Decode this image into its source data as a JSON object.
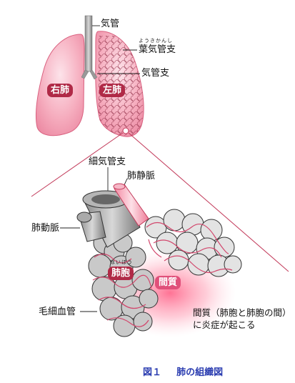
{
  "labels": {
    "trachea": "気管",
    "bronchiole_ruby": "ようきかんし",
    "bronchiole": "葉気管支",
    "bronchus": "気管支",
    "right_lung": "右肺",
    "left_lung": "左肺",
    "fine_bronchiole": "細気管支",
    "pulmonary_vein": "肺静脈",
    "pulmonary_artery": "肺動脈",
    "alveolus_ruby": "はいほう",
    "alveolus": "肺胞",
    "interstitium": "間質",
    "capillary": "毛細血管"
  },
  "note": {
    "line1": "間質（肺胞と肺胞の間）",
    "line2": "に炎症が起こる"
  },
  "caption": {
    "number": "図１",
    "title": "肺の組織図"
  },
  "colors": {
    "lung_fill": "#f29bb0",
    "lung_stroke": "#d9607f",
    "label_dark": "#b02a47",
    "label_pink": "#e0507a",
    "caption": "#2a3cb0",
    "inflammation": "#ff6a8c"
  }
}
